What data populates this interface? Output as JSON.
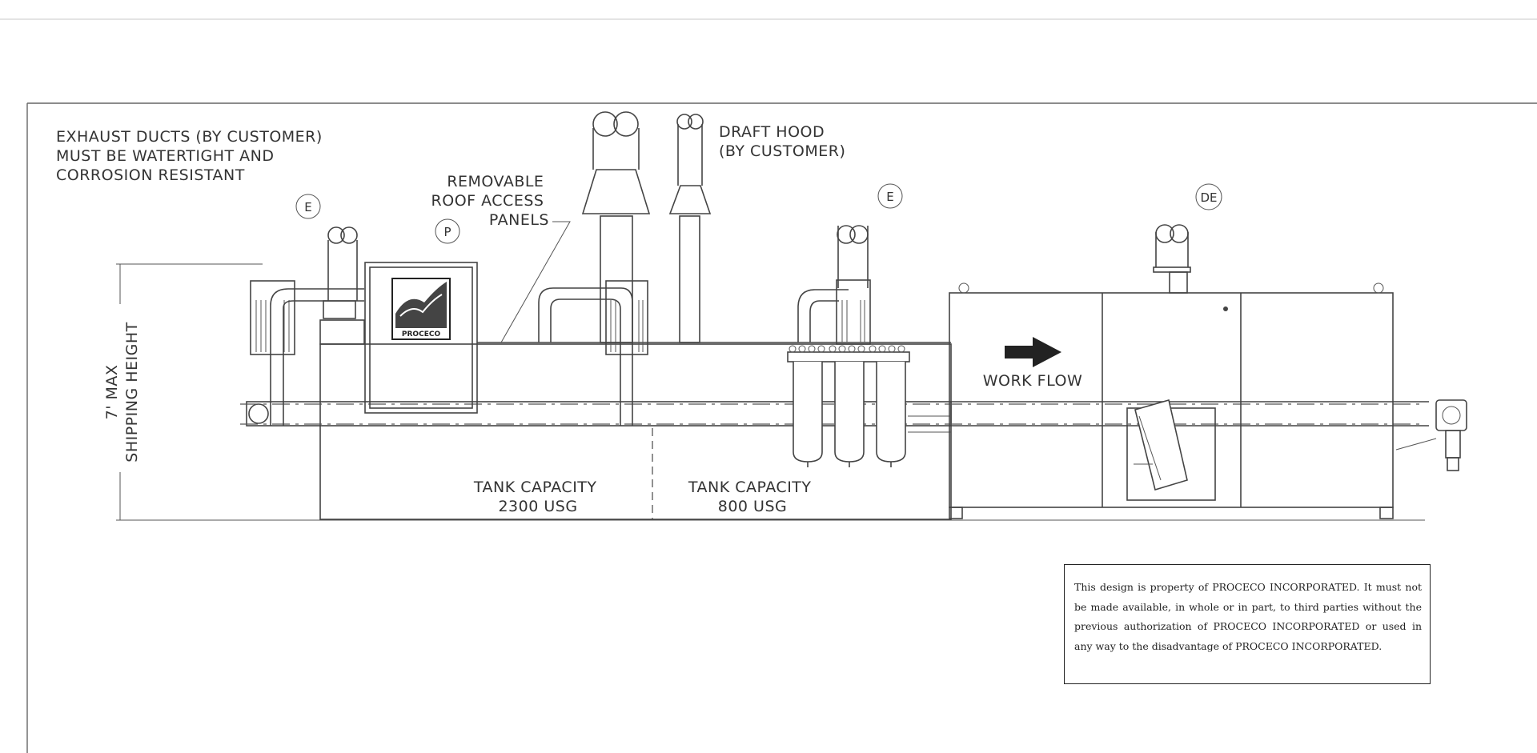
{
  "labels": {
    "exhaust_note": [
      "EXHAUST DUCTS (BY CUSTOMER)",
      "MUST BE WATERTIGHT AND",
      "CORROSION RESISTANT"
    ],
    "draft_hood": [
      "DRAFT HOOD",
      "(BY CUSTOMER)"
    ],
    "roof_panels": [
      "REMOVABLE",
      "ROOF ACCESS",
      "PANELS"
    ],
    "shipping_height": [
      "7' MAX",
      "SHIPPING HEIGHT"
    ],
    "tank_1": [
      "TANK CAPACITY",
      "2300 USG"
    ],
    "tank_2": [
      "TANK CAPACITY",
      "800 USG"
    ],
    "work_flow": "WORK FLOW",
    "tags": {
      "e_left": "E",
      "p": "P",
      "e_right": "E",
      "de": "DE"
    },
    "logo_text": "PROCECO"
  },
  "notice": "This design is property of PROCECO INCORPORATED. It must not be made available, in whole or in part, to third parties without the previous authorization of PROCECO INCORPORATED or used in any way to the disadvantage of PROCECO INCORPORATED."
}
